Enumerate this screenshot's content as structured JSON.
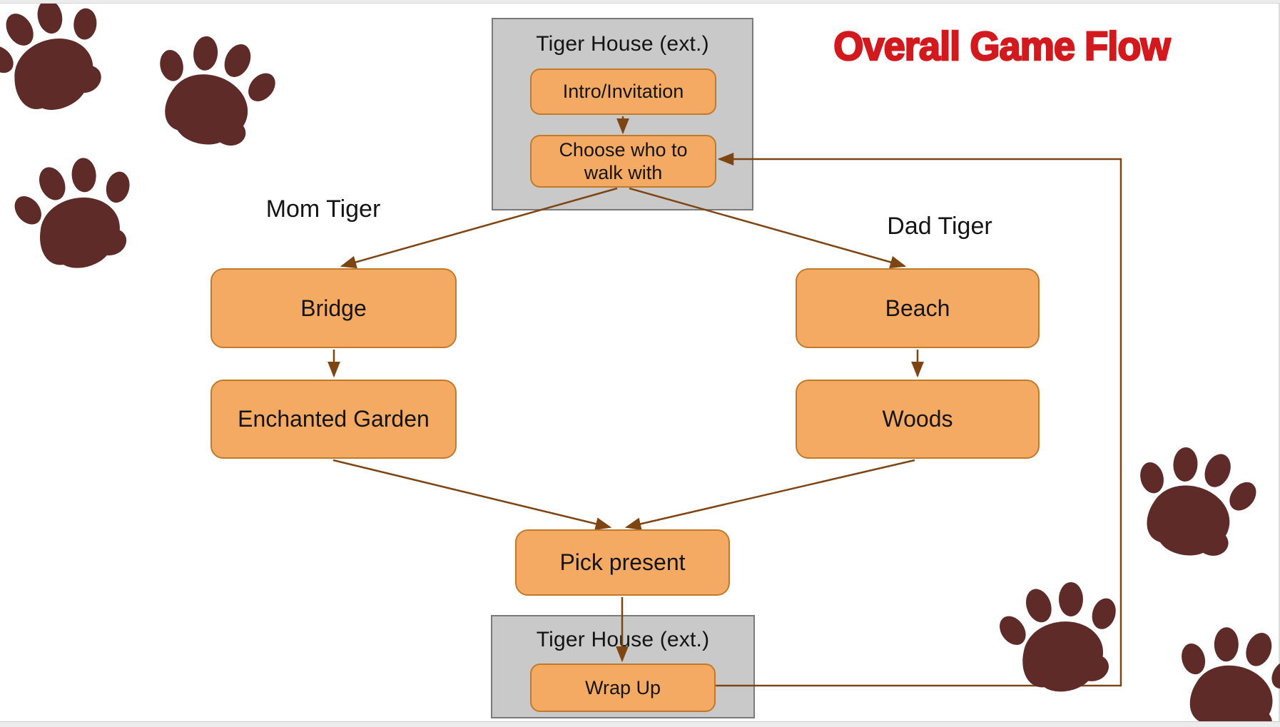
{
  "slide": {
    "title": "Overall Game Flow"
  },
  "flowchart": {
    "top_container": {
      "label": "Tiger House (ext.)"
    },
    "bottom_container": {
      "label": "Tiger House (ext.)"
    },
    "nodes": {
      "intro": {
        "label": "Intro/Invitation"
      },
      "choose": {
        "label": "Choose who to walk with"
      },
      "bridge": {
        "label": "Bridge"
      },
      "enchanted_garden": {
        "label": "Enchanted Garden"
      },
      "beach": {
        "label": "Beach"
      },
      "woods": {
        "label": "Woods"
      },
      "pick_present": {
        "label": "Pick present"
      },
      "wrap_up": {
        "label": "Wrap Up"
      }
    },
    "branch_labels": {
      "mom": "Mom Tiger",
      "dad": "Dad Tiger"
    },
    "edges": [
      {
        "from": "Intro/Invitation",
        "to": "Choose who to walk with"
      },
      {
        "from": "Choose who to walk with",
        "to": "Bridge",
        "branch": "Mom Tiger"
      },
      {
        "from": "Choose who to walk with",
        "to": "Beach",
        "branch": "Dad Tiger"
      },
      {
        "from": "Bridge",
        "to": "Enchanted Garden"
      },
      {
        "from": "Beach",
        "to": "Woods"
      },
      {
        "from": "Enchanted Garden",
        "to": "Pick present"
      },
      {
        "from": "Woods",
        "to": "Pick present"
      },
      {
        "from": "Pick present",
        "to": "Wrap Up"
      },
      {
        "from": "Wrap Up",
        "to": "Choose who to walk with",
        "type": "loop-back"
      }
    ]
  },
  "decorations": {
    "paw_prints": {
      "count": 6,
      "color": "#5e2b29"
    }
  },
  "colors": {
    "title_red": "#d2191d",
    "node_fill": "#f5aa64",
    "node_border": "#bf7a2b",
    "container_fill": "#c9c9c9",
    "container_border": "#7a7a7a",
    "arrow_brown": "#7e4513",
    "paw_maroon": "#5e2b29",
    "text": "#141414"
  }
}
